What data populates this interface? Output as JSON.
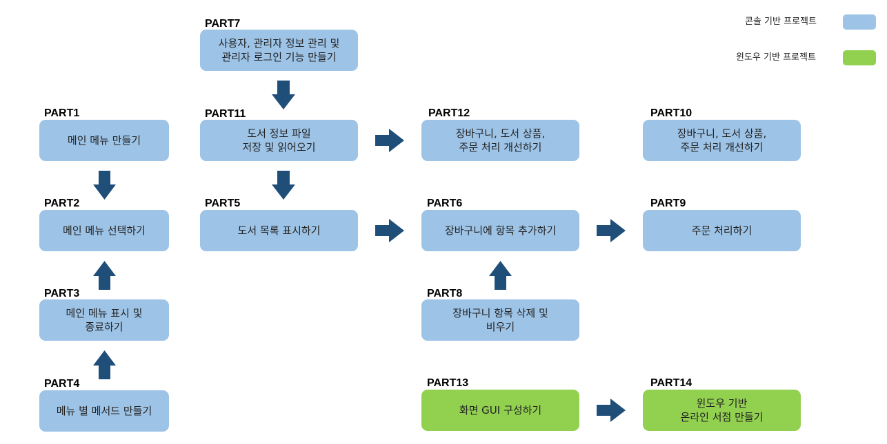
{
  "legend": {
    "console_label": "콘솔 기반 프로젝트",
    "window_label": "윈도우 기반 프로젝트",
    "console_color": "#9dc3e6",
    "window_color": "#92d050"
  },
  "arrow_color": "#1f4e79",
  "parts": {
    "part1": {
      "label": "PART1",
      "text": "메인 메뉴 만들기"
    },
    "part2": {
      "label": "PART2",
      "text": "메인 메뉴 선택하기"
    },
    "part3": {
      "label": "PART3",
      "text": "메인 메뉴 표시 및\n종료하기"
    },
    "part4": {
      "label": "PART4",
      "text": "메뉴 별 메서드 만들기"
    },
    "part5": {
      "label": "PART5",
      "text": "도서 목록 표시하기"
    },
    "part6": {
      "label": "PART6",
      "text": "장바구니에 항목 추가하기"
    },
    "part7": {
      "label": "PART7",
      "text": "사용자, 관리자 정보 관리 및\n관리자 로그인 기능 만들기"
    },
    "part8": {
      "label": "PART8",
      "text": "장바구니 항목 삭제 및\n비우기"
    },
    "part9": {
      "label": "PART9",
      "text": "주문 처리하기"
    },
    "part10": {
      "label": "PART10",
      "text": "장바구니, 도서 상품,\n주문 처리 개선하기"
    },
    "part11": {
      "label": "PART11",
      "text": "도서 정보 파일\n저장 및 읽어오기"
    },
    "part12": {
      "label": "PART12",
      "text": "장바구니, 도서 상품,\n주문 처리 개선하기"
    },
    "part13": {
      "label": "PART13",
      "text": "화면 GUI 구성하기"
    },
    "part14": {
      "label": "PART14",
      "text": "윈도우 기반\n온라인 서점 만들기"
    }
  }
}
